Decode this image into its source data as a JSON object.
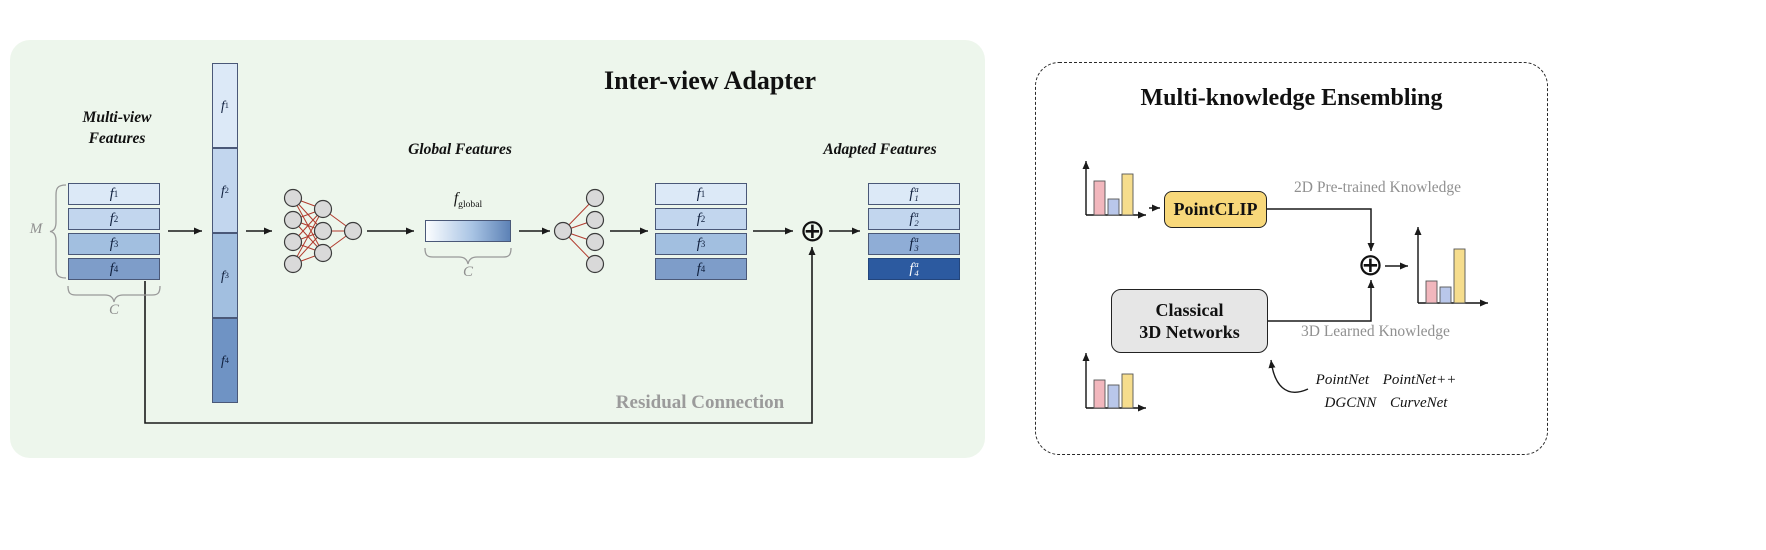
{
  "icons": {
    "circled_plus": "⊕"
  },
  "colors": {
    "panel_background_green": "#edf6ec",
    "feature_blue_1": "#dce9f7",
    "feature_blue_2": "#c2d6ee",
    "feature_blue_3": "#a2bfe0",
    "feature_blue_4": "#7e9dc9",
    "concat_blue_4": "#6f93c4",
    "adapted_blue_3": "#8fadd6",
    "adapted_blue_4": "#2c5aa0",
    "nn_edge_red": "#b23b2e",
    "nn_node_gray": "#d9d9d9",
    "pointclip_yellow": "#f8d87a",
    "classical_box_gray": "#e6e6e6",
    "bar_pink": "#f2b7bd",
    "bar_blue": "#b9c7ea",
    "bar_yellow": "#f6dd8d",
    "brace_gray": "#999999",
    "muted_text_gray": "#909090"
  },
  "left_panel": {
    "title": "Inter-view Adapter",
    "multiview_label": {
      "line1": "Multi-view",
      "line2": "Features"
    },
    "m_label": "M",
    "c_label": "C",
    "global_features_label": "Global Features",
    "fglobal": {
      "base": "f",
      "sub": "global"
    },
    "adapted_features_label": "Adapted Features",
    "residual_label": "Residual Connection",
    "features": {
      "rows": [
        {
          "base": "f",
          "sub": "1"
        },
        {
          "base": "f",
          "sub": "2"
        },
        {
          "base": "f",
          "sub": "3"
        },
        {
          "base": "f",
          "sub": "4"
        }
      ]
    },
    "adapted": {
      "rows": [
        {
          "base": "f",
          "sub": "1",
          "sup": "a"
        },
        {
          "base": "f",
          "sub": "2",
          "sup": "a"
        },
        {
          "base": "f",
          "sub": "3",
          "sup": "a"
        },
        {
          "base": "f",
          "sub": "4",
          "sup": "a"
        }
      ]
    }
  },
  "right_panel": {
    "title": "Multi-knowledge Ensembling",
    "pointclip_label": "PointCLIP",
    "classical_label": {
      "line1": "Classical",
      "line2": "3D Networks"
    },
    "knowledge_2d_label": "2D Pre-trained Knowledge",
    "knowledge_3d_label": "3D Learned Knowledge",
    "networks": {
      "line1": "PointNet  PointNet++",
      "line2": "DGCNN  CurveNet"
    }
  }
}
